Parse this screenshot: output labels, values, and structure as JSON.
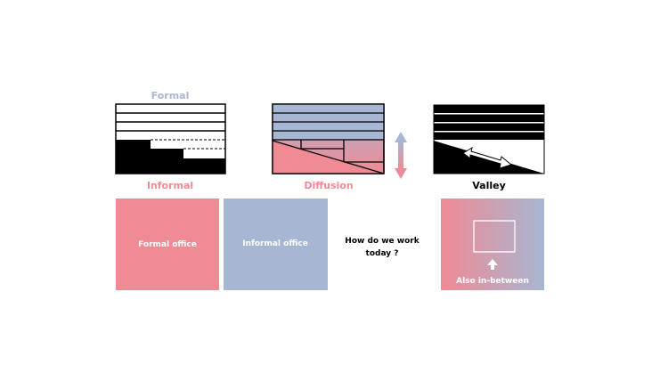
{
  "colors": {
    "pink": "#f08a94",
    "blue": "#a7b6d2",
    "black": "#000000"
  },
  "diagrams": {
    "formal_label": "Formal",
    "informal_label": "Informal",
    "diffusion_label": "Diffusion",
    "valley_label": "Valley"
  },
  "cards": {
    "formal_office": "Formal office",
    "informal_office": "Informal office",
    "question_line1": "How do we work",
    "question_line2": "today ?",
    "also_in_between": "Also in-between"
  }
}
